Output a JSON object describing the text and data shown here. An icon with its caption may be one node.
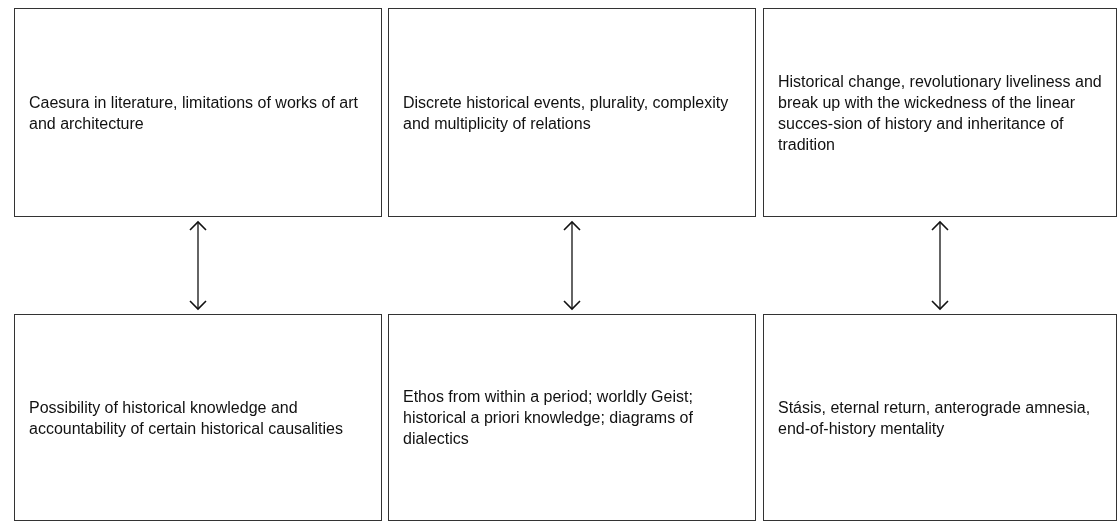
{
  "diagram": {
    "nodes": [
      {
        "text": [
          "Caesura in literature, limitations of works of art and architecture"
        ]
      },
      {
        "text": [
          "Discrete historical events, plurality, complexity and multiplicity of relations"
        ]
      },
      {
        "text": [
          "Historical change, revolutionary liveliness and break up with the wickedness of the linear succes-sion of history and inheritance of tradition"
        ]
      },
      {
        "text": [
          "Possibility of historical knowledge and accountability of certain historical causalities"
        ]
      },
      {
        "text": [
          "Ethos from within a period; worldly Geist; historical a priori knowledge; diagrams of dialectics"
        ]
      },
      {
        "text": [
          "Stásis, eternal return, anterograde amnesia, end-of-history mentality"
        ]
      }
    ],
    "edges": [
      {
        "from": 0,
        "to": 3,
        "arrow": "both"
      },
      {
        "from": 1,
        "to": 4,
        "arrow": "both"
      },
      {
        "from": 2,
        "to": 5,
        "arrow": "both"
      }
    ]
  }
}
